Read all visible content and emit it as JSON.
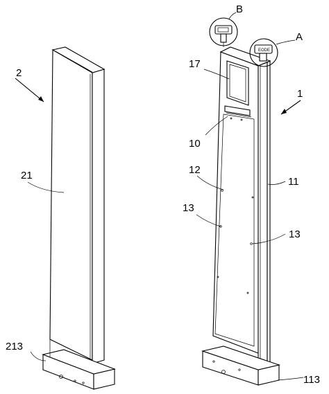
{
  "labels": {
    "l_2": "2",
    "l_21": "21",
    "l_213": "213",
    "l_b": "B",
    "l_a": "A",
    "l_1": "1",
    "l_17": "17",
    "l_10": "10",
    "l_12": "12",
    "l_11": "11",
    "l_13_left": "13",
    "l_13_right": "13",
    "l_113": "113"
  }
}
